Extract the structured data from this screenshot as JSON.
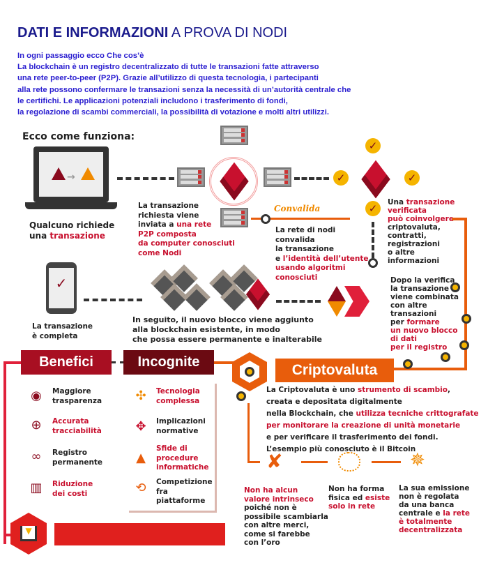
{
  "title": {
    "bold": "DATI E INFORMAZIONI",
    "rest": " A PROVA DI NODI"
  },
  "intro": [
    "In ogni passaggio ecco Che cos’è",
    "La blockchain è un registro decentralizzato  di tutte le transazioni fatte attraverso",
    "una rete peer-to-peer (P2P). Grazie all’utilizzo di questa tecnologia, i partecipanti",
    "alla rete possono confermare le transazioni senza la necessità di un’autorità centrale che",
    "le certifichi. Le applicazioni potenziali includono i trasferimento di fondi,",
    " la regolazione di scambi commerciali, la possibilità di votazione e molti altri utilizzi."
  ],
  "how": {
    "heading": "Ecco come funziona:",
    "step1": [
      "Qualcuno richiede",
      "una ",
      "transazione"
    ],
    "step2": [
      "La transazione",
      "richiesta viene",
      "inviata a ",
      "una rete",
      "P2P composta",
      "da computer conosciuti",
      "come Nodi"
    ],
    "convalida": "Convalida",
    "step3": [
      "La rete di nodi",
      "convalida",
      "la transazione",
      "e ",
      "l’identità dell’utente",
      "usando algoritmi",
      "conosciuti"
    ],
    "step4": [
      "Una ",
      "transazione",
      "verificata",
      "può coinvolgere",
      "criptovaluta,",
      "contratti,",
      "registrazioni",
      "o altre",
      "informazioni"
    ],
    "step5": [
      "Dopo la verifica",
      "la transazione",
      "viene combinata",
      "con altre",
      "transazioni",
      "per ",
      "formare",
      "un nuovo blocco",
      "di dati",
      "per il registro"
    ],
    "step6": [
      "In seguito, il nuovo blocco viene aggiunto",
      "alla blockchain esistente, in modo",
      "che possa essere permanente e inalterabile"
    ],
    "step7": [
      "La transazione",
      "è completa"
    ]
  },
  "benefici": {
    "title": "Benefici",
    "items": [
      [
        "Maggiore",
        "trasparenza"
      ],
      [
        "Accurata",
        "tracciabilità"
      ],
      [
        "Registro",
        "permanente"
      ],
      [
        "Riduzione",
        "dei costi"
      ]
    ]
  },
  "incognite": {
    "title": "Incognite",
    "items": [
      [
        "Tecnologia",
        "complessa"
      ],
      [
        "Implicazioni",
        "normative"
      ],
      [
        "Sfide di",
        "procedure",
        "informatiche"
      ],
      [
        "Competizione",
        "fra",
        "piattaforme"
      ]
    ]
  },
  "cripto": {
    "title": "Criptovaluta",
    "desc": [
      "La Criptovaluta è uno ",
      "strumento di scambio",
      ",",
      "creata e depositata digitalmente",
      "nella Blockchain, che ",
      "utilizza tecniche crittografate",
      "per monitorare la creazione di unità monetarie",
      "e per verificare il trasferimento dei fondi.",
      "L’esempio più conosciuto è il Bitcoin"
    ],
    "f1": [
      "Non ha alcun",
      "valore intrinseco",
      "poiché non è",
      "possibile scambiarla",
      "con altre merci,",
      "come si farebbe",
      "con l’oro"
    ],
    "f2": [
      "Non ha forma",
      "fisica ed ",
      "esiste",
      "solo in rete"
    ],
    "f3": [
      "La sua emissione",
      "non è regolata",
      "da una banca",
      "centrale e ",
      "la rete",
      "è totalmente",
      "decentralizzata"
    ]
  },
  "colors": {
    "red": "#c8102e",
    "dark_red": "#6b0a12",
    "orange": "#e85d0c",
    "blue": "#2b1fd0"
  }
}
